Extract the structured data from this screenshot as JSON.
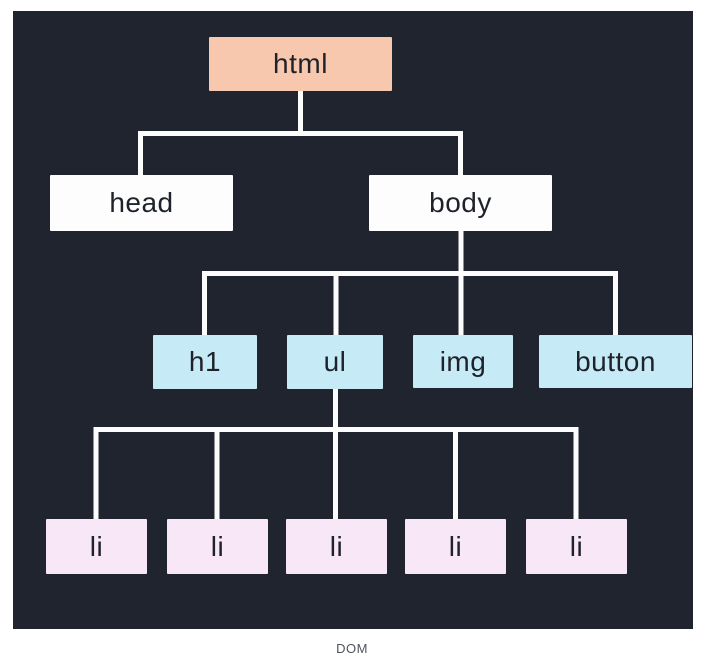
{
  "caption": "DOM",
  "tree": {
    "label": "html",
    "children": [
      {
        "label": "head",
        "children": []
      },
      {
        "label": "body",
        "children": [
          {
            "label": "h1",
            "children": []
          },
          {
            "label": "ul",
            "children": [
              {
                "label": "li"
              },
              {
                "label": "li"
              },
              {
                "label": "li"
              },
              {
                "label": "li"
              },
              {
                "label": "li"
              }
            ]
          },
          {
            "label": "img",
            "children": []
          },
          {
            "label": "button",
            "children": []
          }
        ]
      }
    ]
  },
  "colors": {
    "page_background": "#ffffff",
    "panel_background": "#20242e",
    "connector": "#fcfcfc",
    "root_node_fill": "#f7c8ad",
    "branch_node_fill": "#fdfdfd",
    "element_node_fill": "#c7ebf6",
    "leaf_node_fill": "#f8e7f7",
    "node_label_text": "#1e222a",
    "caption_text": "#4f545c"
  }
}
